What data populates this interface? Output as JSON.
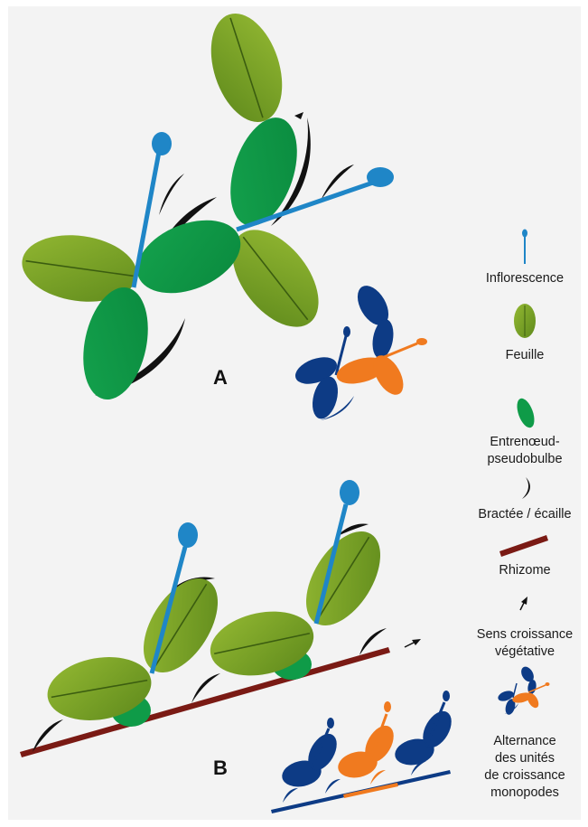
{
  "panels": {
    "a_label": "A",
    "b_label": "B"
  },
  "legend": {
    "inflorescence": "Inflorescence",
    "feuille": "Feuille",
    "entrenoeud_line1": "Entrenœud-",
    "entrenoeud_line2": "pseudobulbe",
    "bractee": "Bractée / écaille",
    "rhizome": "Rhizome",
    "sens_line1": "Sens croissance",
    "sens_line2": "végétative",
    "alternance_line1": "Alternance",
    "alternance_line2": "des unités",
    "alternance_line3": "de croissance",
    "alternance_line4": "monopodes"
  },
  "colors": {
    "inflorescence": "#1f86c7",
    "leaf": "#7ea72a",
    "leaf_dark": "#5f8a1c",
    "internode": "#0f9b48",
    "bract": "#111111",
    "rhizome": "#7a1a14",
    "unit_blue": "#0d3b85",
    "unit_orange": "#f07a1f",
    "background": "#f3f3f3"
  }
}
